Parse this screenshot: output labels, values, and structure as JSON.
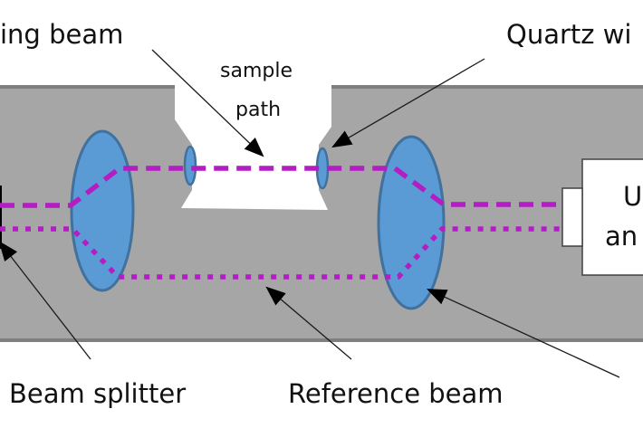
{
  "diagram": {
    "title": "Dual-beam optical path schematic",
    "labels": {
      "probing_beam": "ing beam",
      "quartz_window": "Quartz wi",
      "sample_path_line1": "sample",
      "sample_path_line2": "path",
      "beam_splitter": "Beam splitter",
      "reference_beam": "Reference beam",
      "detector_line1": "U",
      "detector_line2": "an"
    },
    "components": [
      {
        "id": "beam-splitter",
        "name": "Beam splitter"
      },
      {
        "id": "left-lens",
        "name": "Focusing lens (left)"
      },
      {
        "id": "quartz-window-left",
        "name": "Quartz window (left)"
      },
      {
        "id": "sample-path",
        "name": "Sample path"
      },
      {
        "id": "quartz-window-right",
        "name": "Quartz window (right)"
      },
      {
        "id": "right-lens",
        "name": "Focusing lens (right)"
      },
      {
        "id": "detector",
        "name": "Detector / analyzer"
      }
    ],
    "beams": [
      {
        "id": "probing-beam",
        "style": "dashed",
        "route": "upper, through sample path"
      },
      {
        "id": "reference-beam",
        "style": "dotted",
        "route": "lower, bypassing sample"
      }
    ],
    "colors": {
      "housing": "#a6a6a6",
      "housing_edge": "#7f7f7f",
      "lens_fill": "#5b9bd5",
      "lens_stroke": "#41719c",
      "beam": "#b41cc4",
      "sample_cavity": "#ffffff",
      "text": "#111111"
    }
  }
}
